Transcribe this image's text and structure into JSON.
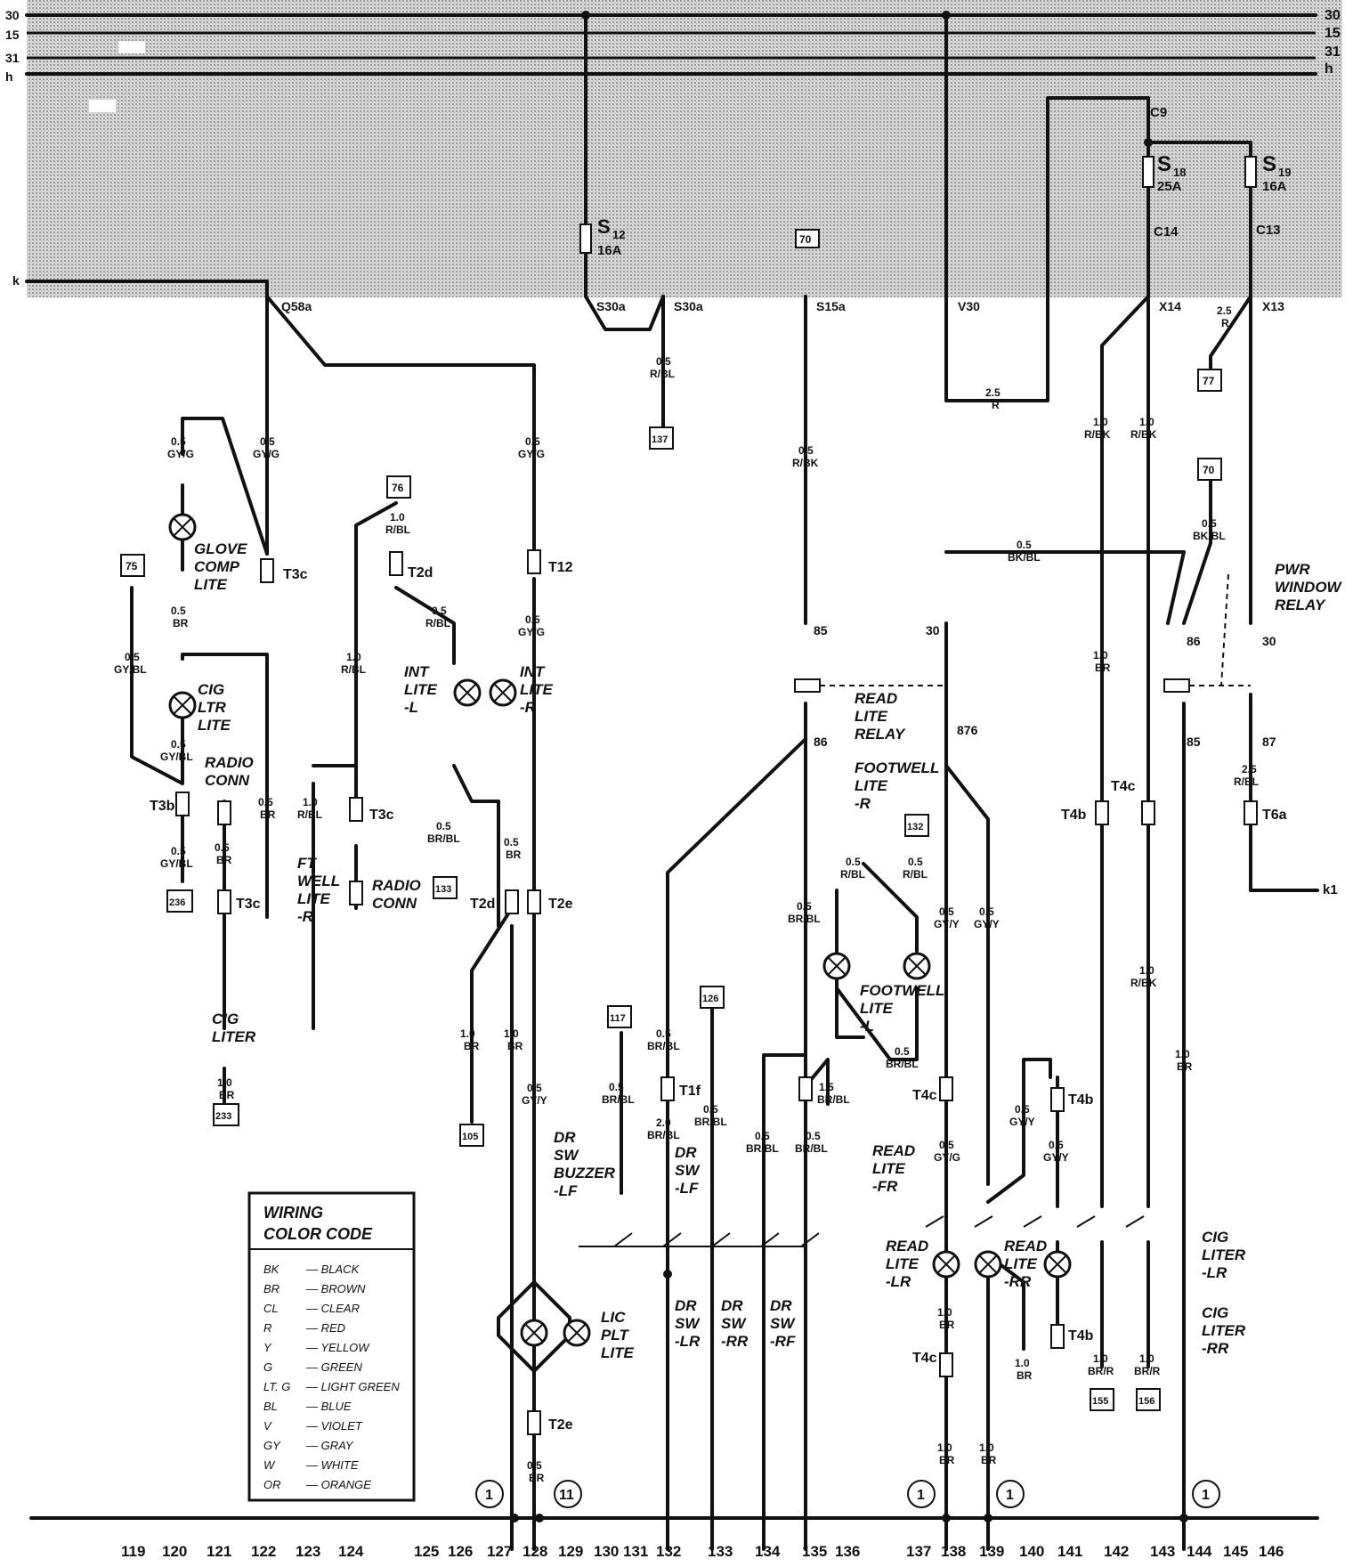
{
  "bus_labels": {
    "left": [
      "30",
      "15",
      "31",
      "h"
    ],
    "right": [
      "30",
      "15",
      "31",
      "h"
    ],
    "k_left": "k",
    "k1": "k1"
  },
  "fuses": [
    {
      "id": "S12",
      "rating": "16A",
      "name": "S",
      "sub": "12"
    },
    {
      "id": "S18",
      "rating": "25A",
      "name": "S",
      "sub": "18"
    },
    {
      "id": "S19",
      "rating": "16A",
      "name": "S",
      "sub": "19"
    }
  ],
  "connector_labels": {
    "C9": "C9",
    "C14": "C14",
    "C13": "C13",
    "Q58a": "Q58a",
    "S30a_1": "S30a",
    "S30a_2": "S30a",
    "S15a": "S15a",
    "V30": "V30",
    "X14": "X14",
    "X13": "X13",
    "T3c_1": "T3c",
    "T3c_2": "T3c",
    "T3c_3": "T3c",
    "T3b": "T3b",
    "T2d_1": "T2d",
    "T2d_2": "T2d",
    "T12": "T12",
    "T2e_1": "T2e",
    "T2e_2": "T2e",
    "T1f": "T1f",
    "T4c_1": "T4c",
    "T4c_2": "T4c",
    "T4c_3": "T4c",
    "T4b_1": "T4b",
    "T4b_2": "T4b",
    "T4b_3": "T4b",
    "T6a": "T6a"
  },
  "ref_boxes": {
    "r70a": "70",
    "r137": "137",
    "r77": "77",
    "r70b": "70",
    "r76": "76",
    "r75": "75",
    "r236": "236",
    "r233": "233",
    "r133": "133",
    "r105": "105",
    "r132": "132",
    "r117": "117",
    "r126": "126",
    "r155": "155",
    "r156": "156"
  },
  "wire_labels": {
    "w1": [
      "0.5",
      "GY/G"
    ],
    "w2": [
      "0.5",
      "GY/G"
    ],
    "w3": [
      "0.5",
      "GY/G"
    ],
    "w4": [
      "0.5",
      "R/BL"
    ],
    "w5": [
      "0.5",
      "R/BK"
    ],
    "w6": [
      "2.5",
      "R"
    ],
    "w7": [
      "1.0",
      "R/BK"
    ],
    "w8": [
      "1.0",
      "R/BK"
    ],
    "w9": [
      "2.5",
      "R"
    ],
    "w10": [
      "0.5",
      "BK/BL"
    ],
    "w11": [
      "0.5",
      "BK/BL"
    ],
    "w12": [
      "1.0",
      "R/BL"
    ],
    "w13": [
      "0.5",
      "R/BL"
    ],
    "w14": [
      "0.5",
      "GY/G"
    ],
    "w15": [
      "0.5",
      "BR"
    ],
    "w16": [
      "0.5",
      "GY/BL"
    ],
    "w17": [
      "1.0",
      "R/BL"
    ],
    "w18": [
      "0.5",
      "BR"
    ],
    "w19": [
      "0.5",
      "GY/BL"
    ],
    "w20": [
      "0.5",
      "BR"
    ],
    "w21": [
      "1.0",
      "R/BL"
    ],
    "w22": [
      "0.5",
      "GY/BL"
    ],
    "w23": [
      "0.5",
      "BR/BL"
    ],
    "w24": [
      "0.5",
      "BR"
    ],
    "w25": [
      "1.0",
      "BR"
    ],
    "w26": [
      "1.0",
      "BR"
    ],
    "w27": [
      "1.0",
      "BR"
    ],
    "w28": [
      "0.5",
      "GY/Y"
    ],
    "w29": [
      "0.5",
      "BR/BL"
    ],
    "w30": [
      "0.5",
      "BR/BL"
    ],
    "w31": [
      "2.0",
      "BR/BL"
    ],
    "w32": [
      "0.5",
      "BR/BL"
    ],
    "w33": [
      "0.5",
      "BR/BL"
    ],
    "w34": [
      "0.5",
      "BR/BL"
    ],
    "w35": [
      "1.5",
      "BR/BL"
    ],
    "w36": [
      "0.5",
      "BR/BL"
    ],
    "w37": [
      "0.5",
      "R/BL"
    ],
    "w38": [
      "0.5",
      "R/BL"
    ],
    "w39": [
      "0.5",
      "BR/BL"
    ],
    "w40": [
      "0.5",
      "GY/Y"
    ],
    "w41": [
      "0.5",
      "GY/Y"
    ],
    "w42": [
      "1.0",
      "BR"
    ],
    "w43": [
      "1.0",
      "R/BK"
    ],
    "w44": [
      "1.0",
      "BR"
    ],
    "w45": [
      "2.5",
      "R/BL"
    ],
    "w46": [
      "0.5",
      "GY/G"
    ],
    "w47": [
      "0.5",
      "GY/Y"
    ],
    "w48": [
      "0.5",
      "GY/Y"
    ],
    "w49": [
      "1.0",
      "BR"
    ],
    "w50": [
      "1.0",
      "BR"
    ],
    "w51": [
      "1.0",
      "BR"
    ],
    "w52": [
      "1.0",
      "BR"
    ],
    "w53": [
      "1.0",
      "BR/R"
    ],
    "w54": [
      "1.0",
      "BR/R"
    ],
    "w55": [
      "0.5",
      "BR"
    ]
  },
  "relay_pins": {
    "p85a": "85",
    "p86a": "86",
    "p30a": "30",
    "p876": "876",
    "p86b": "86",
    "p85b": "85",
    "p30b": "30",
    "p87": "87"
  },
  "component_labels": {
    "glove_comp": [
      "GLOVE",
      "COMP",
      "LITE"
    ],
    "cig_ltr_lite": [
      "CIG",
      "LTR",
      "LITE"
    ],
    "radio_conn_1": [
      "RADIO",
      "CONN"
    ],
    "radio_conn_2": [
      "RADIO",
      "CONN"
    ],
    "ft_well": [
      "FT",
      "WELL",
      "LITE",
      "-R"
    ],
    "cig_liter": [
      "CIG",
      "LITER"
    ],
    "int_lite_l": [
      "INT",
      "LITE",
      "-L"
    ],
    "int_lite_r": [
      "INT",
      "LITE",
      "-R"
    ],
    "read_lite_relay": [
      "READ",
      "LITE",
      "RELAY"
    ],
    "footwell_r": [
      "FOOTWELL",
      "LITE",
      "-R"
    ],
    "footwell_l": [
      "FOOTWELL",
      "LITE",
      "-L"
    ],
    "pwr_window": [
      "PWR",
      "WINDOW",
      "RELAY"
    ],
    "dr_sw_buzzer": [
      "DR",
      "SW",
      "BUZZER",
      "-LF"
    ],
    "dr_sw_lf": [
      "DR",
      "SW",
      "-LF"
    ],
    "dr_sw_lr": [
      "DR",
      "SW",
      "-LR"
    ],
    "dr_sw_rr": [
      "DR",
      "SW",
      "-RR"
    ],
    "dr_sw_rf": [
      "DR",
      "SW",
      "-RF"
    ],
    "lic_plt": [
      "LIC",
      "PLT",
      "LITE"
    ],
    "read_fr": [
      "READ",
      "LITE",
      "-FR"
    ],
    "read_lr": [
      "READ",
      "LITE",
      "-LR"
    ],
    "read_rr": [
      "READ",
      "LITE",
      "-RR"
    ],
    "cig_lr": [
      "CIG",
      "LITER",
      "-LR"
    ],
    "cig_rr": [
      "CIG",
      "LITER",
      "-RR"
    ]
  },
  "ground_markers": [
    "1",
    "11",
    "1",
    "1",
    "1"
  ],
  "column_numbers": [
    "119",
    "120",
    "121",
    "122",
    "123",
    "124",
    "125",
    "126",
    "127",
    "128",
    "129",
    "130",
    "131",
    "132",
    "133",
    "134",
    "135",
    "136",
    "137",
    "138",
    "139",
    "140",
    "141",
    "142",
    "143",
    "144",
    "145",
    "146"
  ],
  "legend": {
    "title": [
      "WIRING",
      "COLOR CODE"
    ],
    "rows": [
      [
        "BK",
        "— BLACK"
      ],
      [
        "BR",
        "— BROWN"
      ],
      [
        "CL",
        "— CLEAR"
      ],
      [
        "R",
        "— RED"
      ],
      [
        "Y",
        "— YELLOW"
      ],
      [
        "G",
        "— GREEN"
      ],
      [
        "LT. G",
        "— LIGHT GREEN"
      ],
      [
        "BL",
        "— BLUE"
      ],
      [
        "V",
        "— VIOLET"
      ],
      [
        "GY",
        "— GRAY"
      ],
      [
        "W",
        "— WHITE"
      ],
      [
        "OR",
        "— ORANGE"
      ]
    ]
  }
}
